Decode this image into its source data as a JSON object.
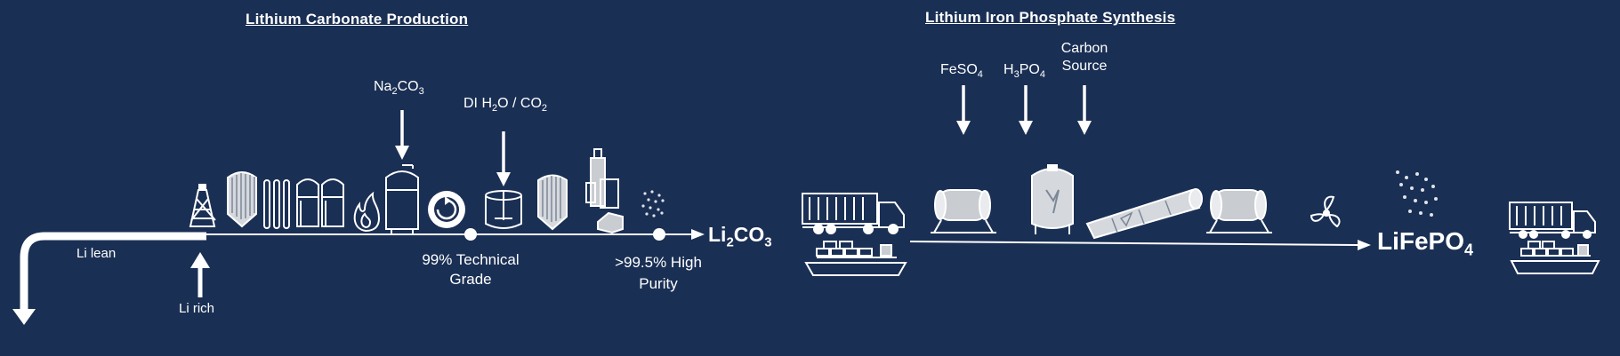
{
  "colors": {
    "background": "#1a2f54",
    "foreground": "#ffffff",
    "equipment_shade": "#c9ccd1"
  },
  "carbonate": {
    "title": "Lithium Carbonate Production",
    "inputs": {
      "reagent_main": "Na",
      "reagent_sub1": "2",
      "reagent_mid": "CO",
      "reagent_sub2": "3",
      "wash_a": "DI H",
      "wash_sub1": "2",
      "wash_b": "O / CO",
      "wash_sub2": "2"
    },
    "li_lean": "Li lean",
    "li_rich": "Li rich",
    "grade_technical_l1": "99% Technical",
    "grade_technical_l2": "Grade",
    "grade_high_l1": ">99.5% High",
    "grade_high_l2": "Purity",
    "product_main": "Li",
    "product_sub1": "2",
    "product_mid": "CO",
    "product_sub2": "3"
  },
  "lfp": {
    "title": "Lithium Iron Phosphate Synthesis",
    "inputs": {
      "feso4_main": "FeSO",
      "feso4_sub": "4",
      "h3po4_a": "H",
      "h3po4_sub1": "3",
      "h3po4_b": "PO",
      "h3po4_sub2": "4",
      "carbon_l1": "Carbon",
      "carbon_l2": "Source"
    },
    "product_main": "LiFePO",
    "product_sub": "4"
  },
  "icons": [
    "drilling-rig-icon",
    "ion-exchange-column-icon",
    "membrane-tubes-icon",
    "evaporator-tanks-icon",
    "flame-icon",
    "precipitation-reactor-icon",
    "recycle-pump-icon",
    "stirred-tank-icon",
    "filter-column-icon",
    "dryer-icon",
    "powder-particles-icon",
    "truck-icon",
    "cargo-ship-icon",
    "ball-mill-icon",
    "storage-vessel-icon",
    "rotary-kiln-icon",
    "ball-mill-icon",
    "propeller-icon",
    "powder-particles-icon",
    "truck-icon",
    "cargo-ship-icon"
  ]
}
